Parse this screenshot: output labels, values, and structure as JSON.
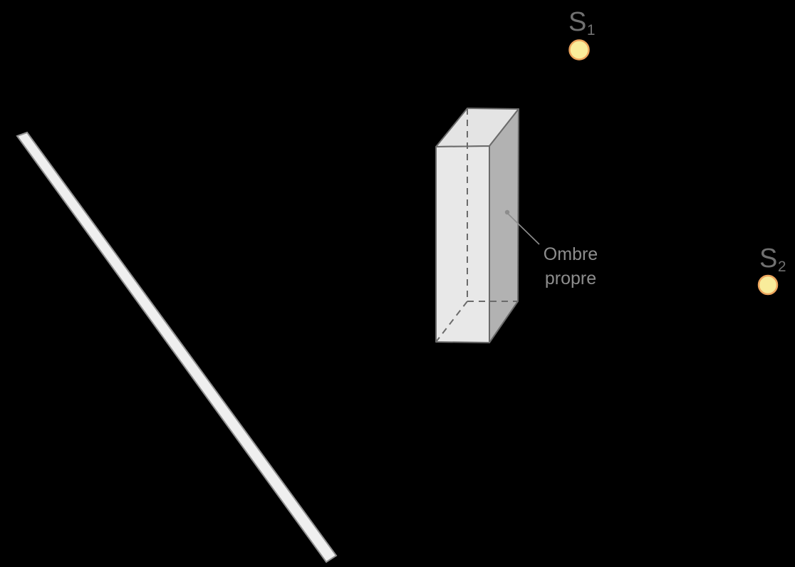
{
  "figure": {
    "background": "#000000",
    "light_sources": [
      {
        "id": "s1",
        "label_base": "S",
        "label_sub": "1"
      },
      {
        "id": "s2",
        "label_base": "S",
        "label_sub": "2"
      }
    ],
    "annotation": {
      "line1": "Ombre",
      "line2": "propre"
    },
    "colors": {
      "background": "#000000",
      "source_fill": "#f9ec9b",
      "source_stroke": "#eda55d",
      "box_top": "#e4e4e4",
      "box_front": "#e8e8e8",
      "box_side_shadow": "#b2b2b2",
      "box_edge": "#6b6b6b",
      "screen_fill": "#efefef",
      "screen_edge": "#919191",
      "label_text": "#707070",
      "annotation_text": "#8d8d8d",
      "leader_line": "#8d8d8d"
    }
  }
}
